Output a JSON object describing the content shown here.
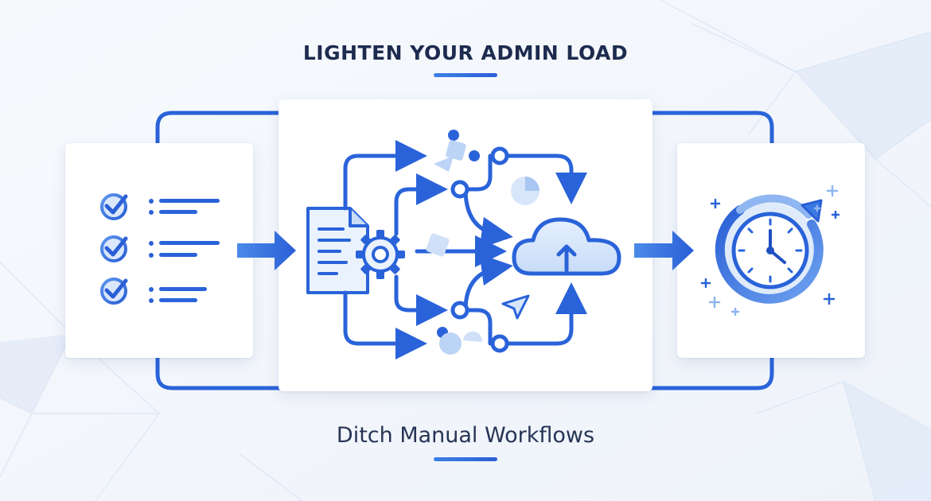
{
  "header": {
    "title": "LIGHTEN YOUR ADMIN LOAD"
  },
  "footer": {
    "subtitle": "Ditch Manual Workflows"
  },
  "colors": {
    "primary_blue": "#2a63d9",
    "light_blue": "#8fb6f0",
    "pale_blue": "#d7e6fb",
    "title_navy": "#1d2b4f",
    "background": "#f3f6fb"
  },
  "diagram": {
    "left_panel": {
      "icon": "checklist-icon",
      "items": 3
    },
    "center_panel": {
      "icons": [
        "document-icon",
        "gear-icon",
        "cloud-upload-icon",
        "pie-chart-icon",
        "cursor-icon",
        "shapes-icon"
      ]
    },
    "right_panel": {
      "icons": [
        "clock-refresh-icon",
        "sparkle-icon"
      ]
    }
  }
}
